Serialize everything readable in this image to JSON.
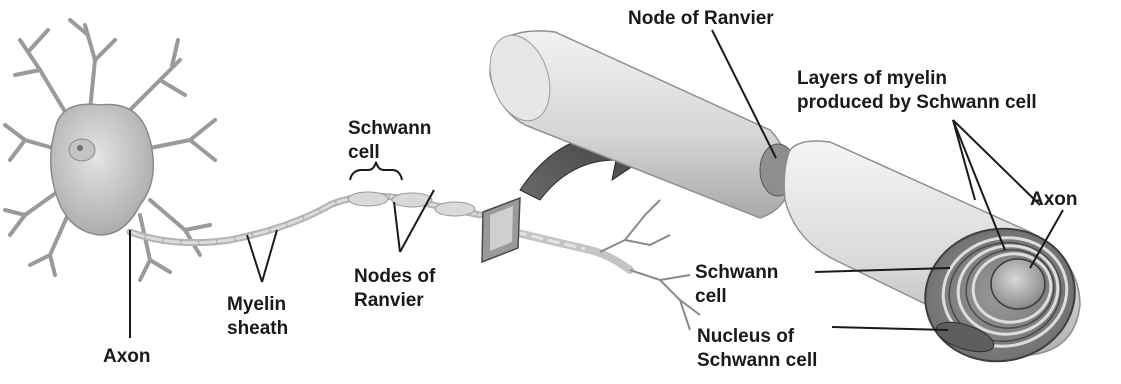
{
  "labels": {
    "axon_left": "Axon",
    "myelin_sheath_1": "Myelin",
    "myelin_sheath_2": "sheath",
    "schwann_cell_left_1": "Schwann",
    "schwann_cell_left_2": "cell",
    "nodes_of_ranvier_1": "Nodes of",
    "nodes_of_ranvier_2": "Ranvier",
    "node_of_ranvier_top": "Node of Ranvier",
    "layers_1": "Layers of myelin",
    "layers_2": "produced by Schwann cell",
    "axon_right": "Axon",
    "schwann_cell_right_1": "Schwann",
    "schwann_cell_right_2": "cell",
    "nucleus_1": "Nucleus of",
    "nucleus_2": "Schwann cell"
  }
}
